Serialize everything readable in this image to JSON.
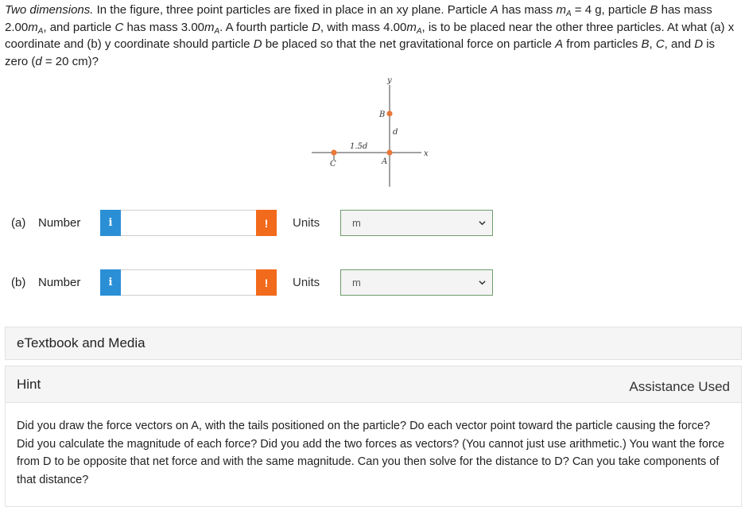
{
  "problem": {
    "intro_label": "Two dimensions.",
    "t1": " In the figure, three point particles are fixed in place in an xy plane. Particle ",
    "A": "A",
    "t2": " has mass ",
    "m": "m",
    "subA": "A",
    "t3": " = 4 g, particle ",
    "B": "B",
    "t4": " has mass 2.00",
    "t5": ", and particle ",
    "C": "C",
    "t6": " has mass 3.00",
    "t7": ". A fourth particle ",
    "D": "D",
    "t8": ", with mass 4.00",
    "t9": ", is to be placed near the other three particles. At what (a) x coordinate and (b) y coordinate should particle ",
    "t10": " be placed so that the net gravitational force on particle ",
    "t11": " from particles ",
    "t12": ", ",
    "t13": ", and ",
    "t14": " is zero (",
    "d": "d",
    "t15": " = 20 cm)?"
  },
  "figure": {
    "label_y": "y",
    "label_x": "x",
    "label_B": "B",
    "label_A": "A",
    "label_C": "C",
    "label_d": "d",
    "label_15d": "1.5d",
    "particle_color": "#e8783a"
  },
  "part_a": {
    "part": "(a)",
    "number_label": "Number",
    "info": "i",
    "value": "",
    "warn": "!",
    "units_label": "Units",
    "units_value": "m"
  },
  "part_b": {
    "part": "(b)",
    "number_label": "Number",
    "info": "i",
    "value": "",
    "warn": "!",
    "units_label": "Units",
    "units_value": "m"
  },
  "etextbook": {
    "label": "eTextbook and Media"
  },
  "hint": {
    "title": "Hint",
    "assistance": "Assistance Used",
    "body": "Did you draw the force vectors on A, with the tails positioned on the particle? Do each vector point toward the particle causing the force? Did you calculate the magnitude of each force? Did you add the two forces as vectors? (You cannot just use arithmetic.) You want the force from D to be opposite that net force and with the same magnitude. Can you then solve for the distance to D? Can you take components of that distance?"
  },
  "colors": {
    "info_blue": "#2b8fd6",
    "warn_orange": "#f26a1b",
    "select_border": "#6d9c6d"
  }
}
